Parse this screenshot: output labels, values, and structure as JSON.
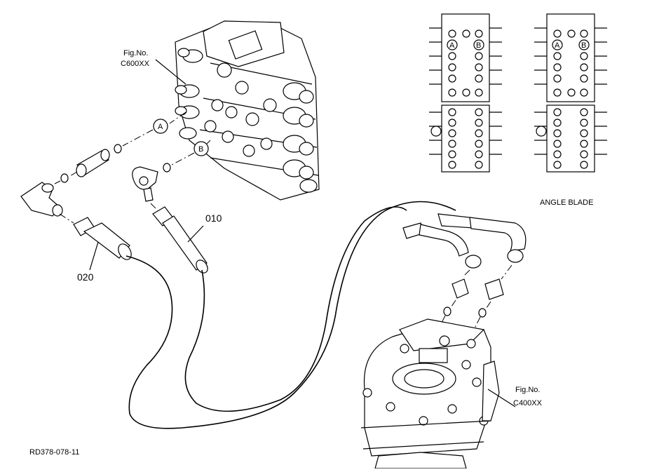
{
  "labels": {
    "fig_valve_line1": "Fig.No.",
    "fig_valve_line2": "C600XX",
    "fig_motor_line1": "Fig.No.",
    "fig_motor_line2": "C400XX",
    "port_a": "A",
    "port_b": "B",
    "part_010": "010",
    "part_020": "020",
    "angle_blade": "ANGLE BLADE",
    "drawing_ref": "RD378-078-11"
  }
}
